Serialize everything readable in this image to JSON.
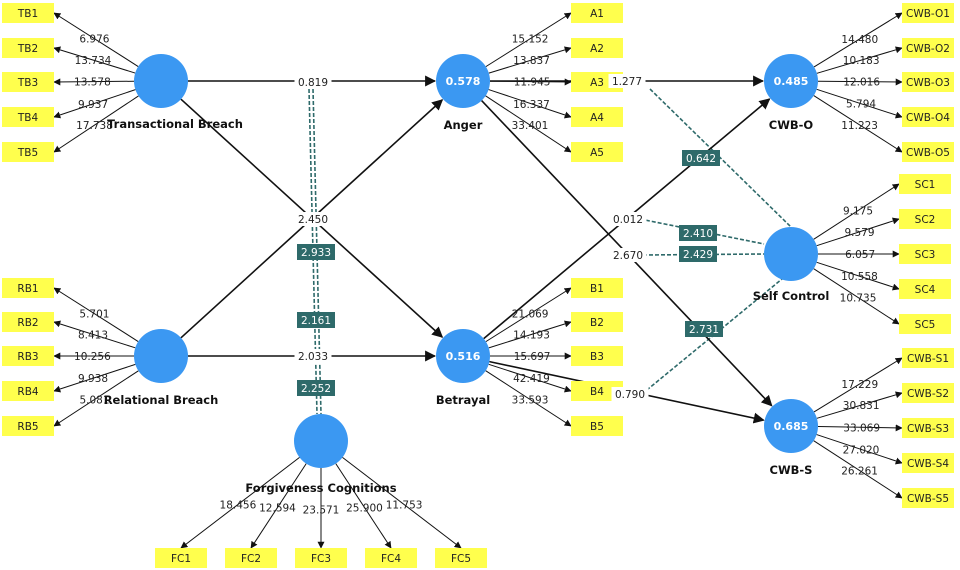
{
  "constructs": [
    {
      "id": "TB",
      "label": "Transactional Breach",
      "value": "",
      "indicators": [
        {
          "label": "TB1",
          "loading": "6.976"
        },
        {
          "label": "TB2",
          "loading": "13.734"
        },
        {
          "label": "TB3",
          "loading": "13.578"
        },
        {
          "label": "TB4",
          "loading": "9.937"
        },
        {
          "label": "TB5",
          "loading": "17.738"
        }
      ]
    },
    {
      "id": "RB",
      "label": "Relational Breach",
      "value": "",
      "indicators": [
        {
          "label": "RB1",
          "loading": "5.701"
        },
        {
          "label": "RB2",
          "loading": "8.413"
        },
        {
          "label": "RB3",
          "loading": "10.256"
        },
        {
          "label": "RB4",
          "loading": "9.938"
        },
        {
          "label": "RB5",
          "loading": "5.081"
        }
      ]
    },
    {
      "id": "AN",
      "label": "Anger",
      "value": "0.578",
      "indicators": [
        {
          "label": "A1",
          "loading": "15.152"
        },
        {
          "label": "A2",
          "loading": "13.837"
        },
        {
          "label": "A3",
          "loading": "11.945"
        },
        {
          "label": "A4",
          "loading": "16.337"
        },
        {
          "label": "A5",
          "loading": "33.401"
        }
      ]
    },
    {
      "id": "BE",
      "label": "Betrayal",
      "value": "0.516",
      "indicators": [
        {
          "label": "B1",
          "loading": "21.069"
        },
        {
          "label": "B2",
          "loading": "14.193"
        },
        {
          "label": "B3",
          "loading": "15.697"
        },
        {
          "label": "B4",
          "loading": "42.419"
        },
        {
          "label": "B5",
          "loading": "33.593"
        }
      ]
    },
    {
      "id": "FC",
      "label": "Forgiveness Cognitions",
      "value": "",
      "indicators": [
        {
          "label": "FC1",
          "loading": "18.456"
        },
        {
          "label": "FC2",
          "loading": "12.594"
        },
        {
          "label": "FC3",
          "loading": "23.571"
        },
        {
          "label": "FC4",
          "loading": "25.900"
        },
        {
          "label": "FC5",
          "loading": "11.753"
        }
      ]
    },
    {
      "id": "CO",
      "label": "CWB-O",
      "value": "0.485",
      "indicators": [
        {
          "label": "CWB-O1",
          "loading": "14.480"
        },
        {
          "label": "CWB-O2",
          "loading": "10.183"
        },
        {
          "label": "CWB-O3",
          "loading": "12.016"
        },
        {
          "label": "CWB-O4",
          "loading": "5.794"
        },
        {
          "label": "CWB-O5",
          "loading": "11.223"
        }
      ]
    },
    {
      "id": "SC",
      "label": "Self Control",
      "value": "",
      "indicators": [
        {
          "label": "SC1",
          "loading": "9.175"
        },
        {
          "label": "SC2",
          "loading": "9.579"
        },
        {
          "label": "SC3",
          "loading": "6.057"
        },
        {
          "label": "SC4",
          "loading": "10.558"
        },
        {
          "label": "SC5",
          "loading": "10.735"
        }
      ]
    },
    {
      "id": "CS",
      "label": "CWB-S",
      "value": "0.685",
      "indicators": [
        {
          "label": "CWB-S1",
          "loading": "17.229"
        },
        {
          "label": "CWB-S2",
          "loading": "30.831"
        },
        {
          "label": "CWB-S3",
          "loading": "33.069"
        },
        {
          "label": "CWB-S4",
          "loading": "27.020"
        },
        {
          "label": "CWB-S5",
          "loading": "26.261"
        }
      ]
    }
  ],
  "paths": [
    {
      "from": "TB",
      "to": "AN",
      "value": "0.819"
    },
    {
      "from": "TB",
      "to": "BE",
      "value": "2.450"
    },
    {
      "from": "RB",
      "to": "AN",
      "value": ""
    },
    {
      "from": "RB",
      "to": "BE",
      "value": "2.033"
    },
    {
      "from": "AN",
      "to": "CO",
      "value": "1.277"
    },
    {
      "from": "AN",
      "to": "CS",
      "value": "2.670"
    },
    {
      "from": "BE",
      "to": "CO",
      "value": "0.012"
    },
    {
      "from": "BE",
      "to": "CS",
      "value": "0.790"
    }
  ],
  "moderations": [
    {
      "value": "2.933"
    },
    {
      "value": "2.161"
    },
    {
      "value": "2.252"
    },
    {
      "value": "0.642"
    },
    {
      "value": "2.410"
    },
    {
      "value": "2.429"
    },
    {
      "value": "2.731"
    }
  ]
}
